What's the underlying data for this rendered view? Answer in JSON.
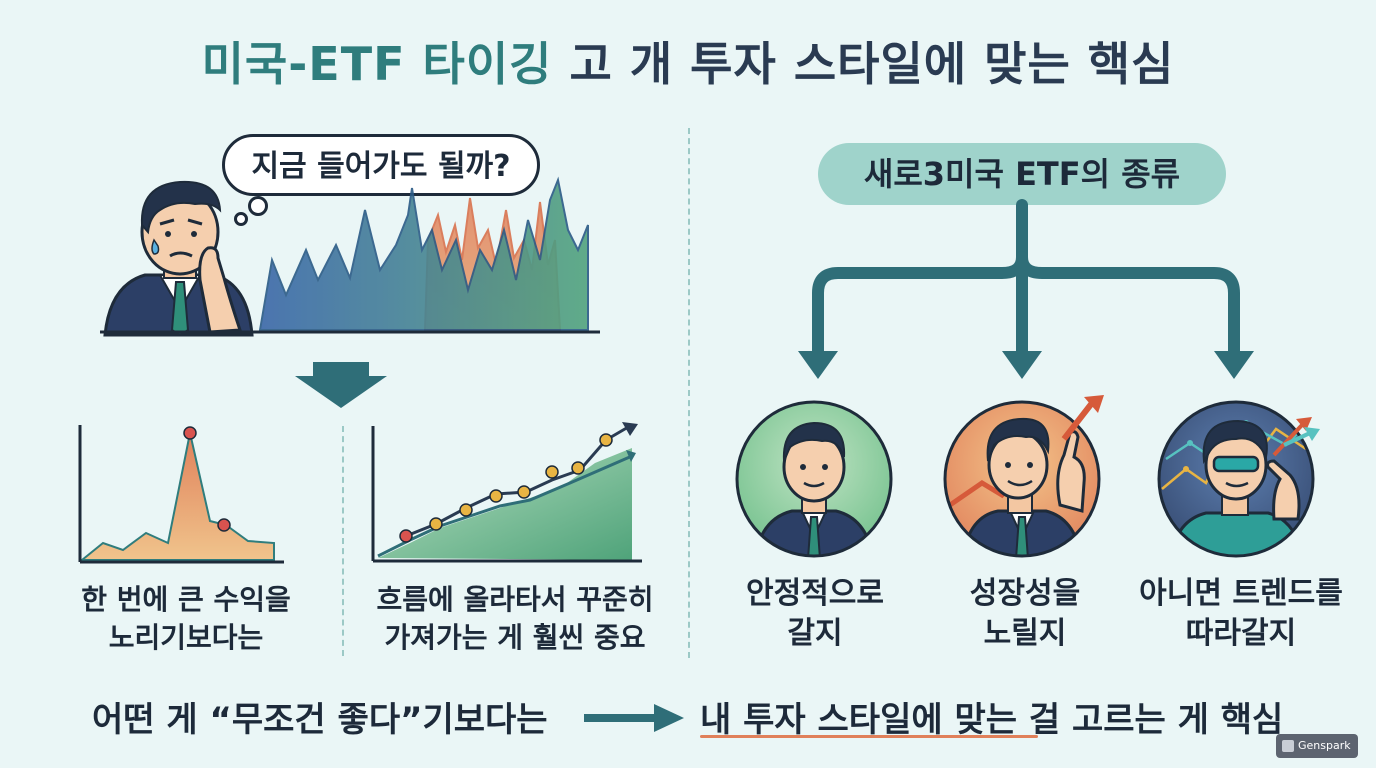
{
  "title": {
    "part1": "미국-ETF 타이깅",
    "part2": "고 개 투자 스타일에 맞는 핵심"
  },
  "bubble_text": "지금 들어가도 될까?",
  "badge": "새로3미국 ETF의 종류",
  "left_captions": {
    "one": {
      "line1": "한 번에 큰 수익을",
      "line2": "노리기보다는"
    },
    "two": {
      "line1": "흐름에 올라타서 꾸준히",
      "line2": "가져가는 게 훨씬 중요"
    }
  },
  "styles": [
    {
      "line1": "안정적으로",
      "line2": "갈지"
    },
    {
      "line1": "성장성을",
      "line2": "노릴지"
    },
    {
      "line1": "아니면 트렌드를",
      "line2": "따라갈지"
    }
  ],
  "bottom": {
    "left": "어떤 게 “무조건 좋다”기보다는",
    "right": "내 투자 스타일에 맞는 걸 고르는 게 핵심"
  },
  "logo": "Genspark",
  "colors": {
    "teal": "#2f7d7d",
    "navy": "#2a3b52",
    "orange": "#e0805a",
    "mint": "#9fd3cb"
  }
}
